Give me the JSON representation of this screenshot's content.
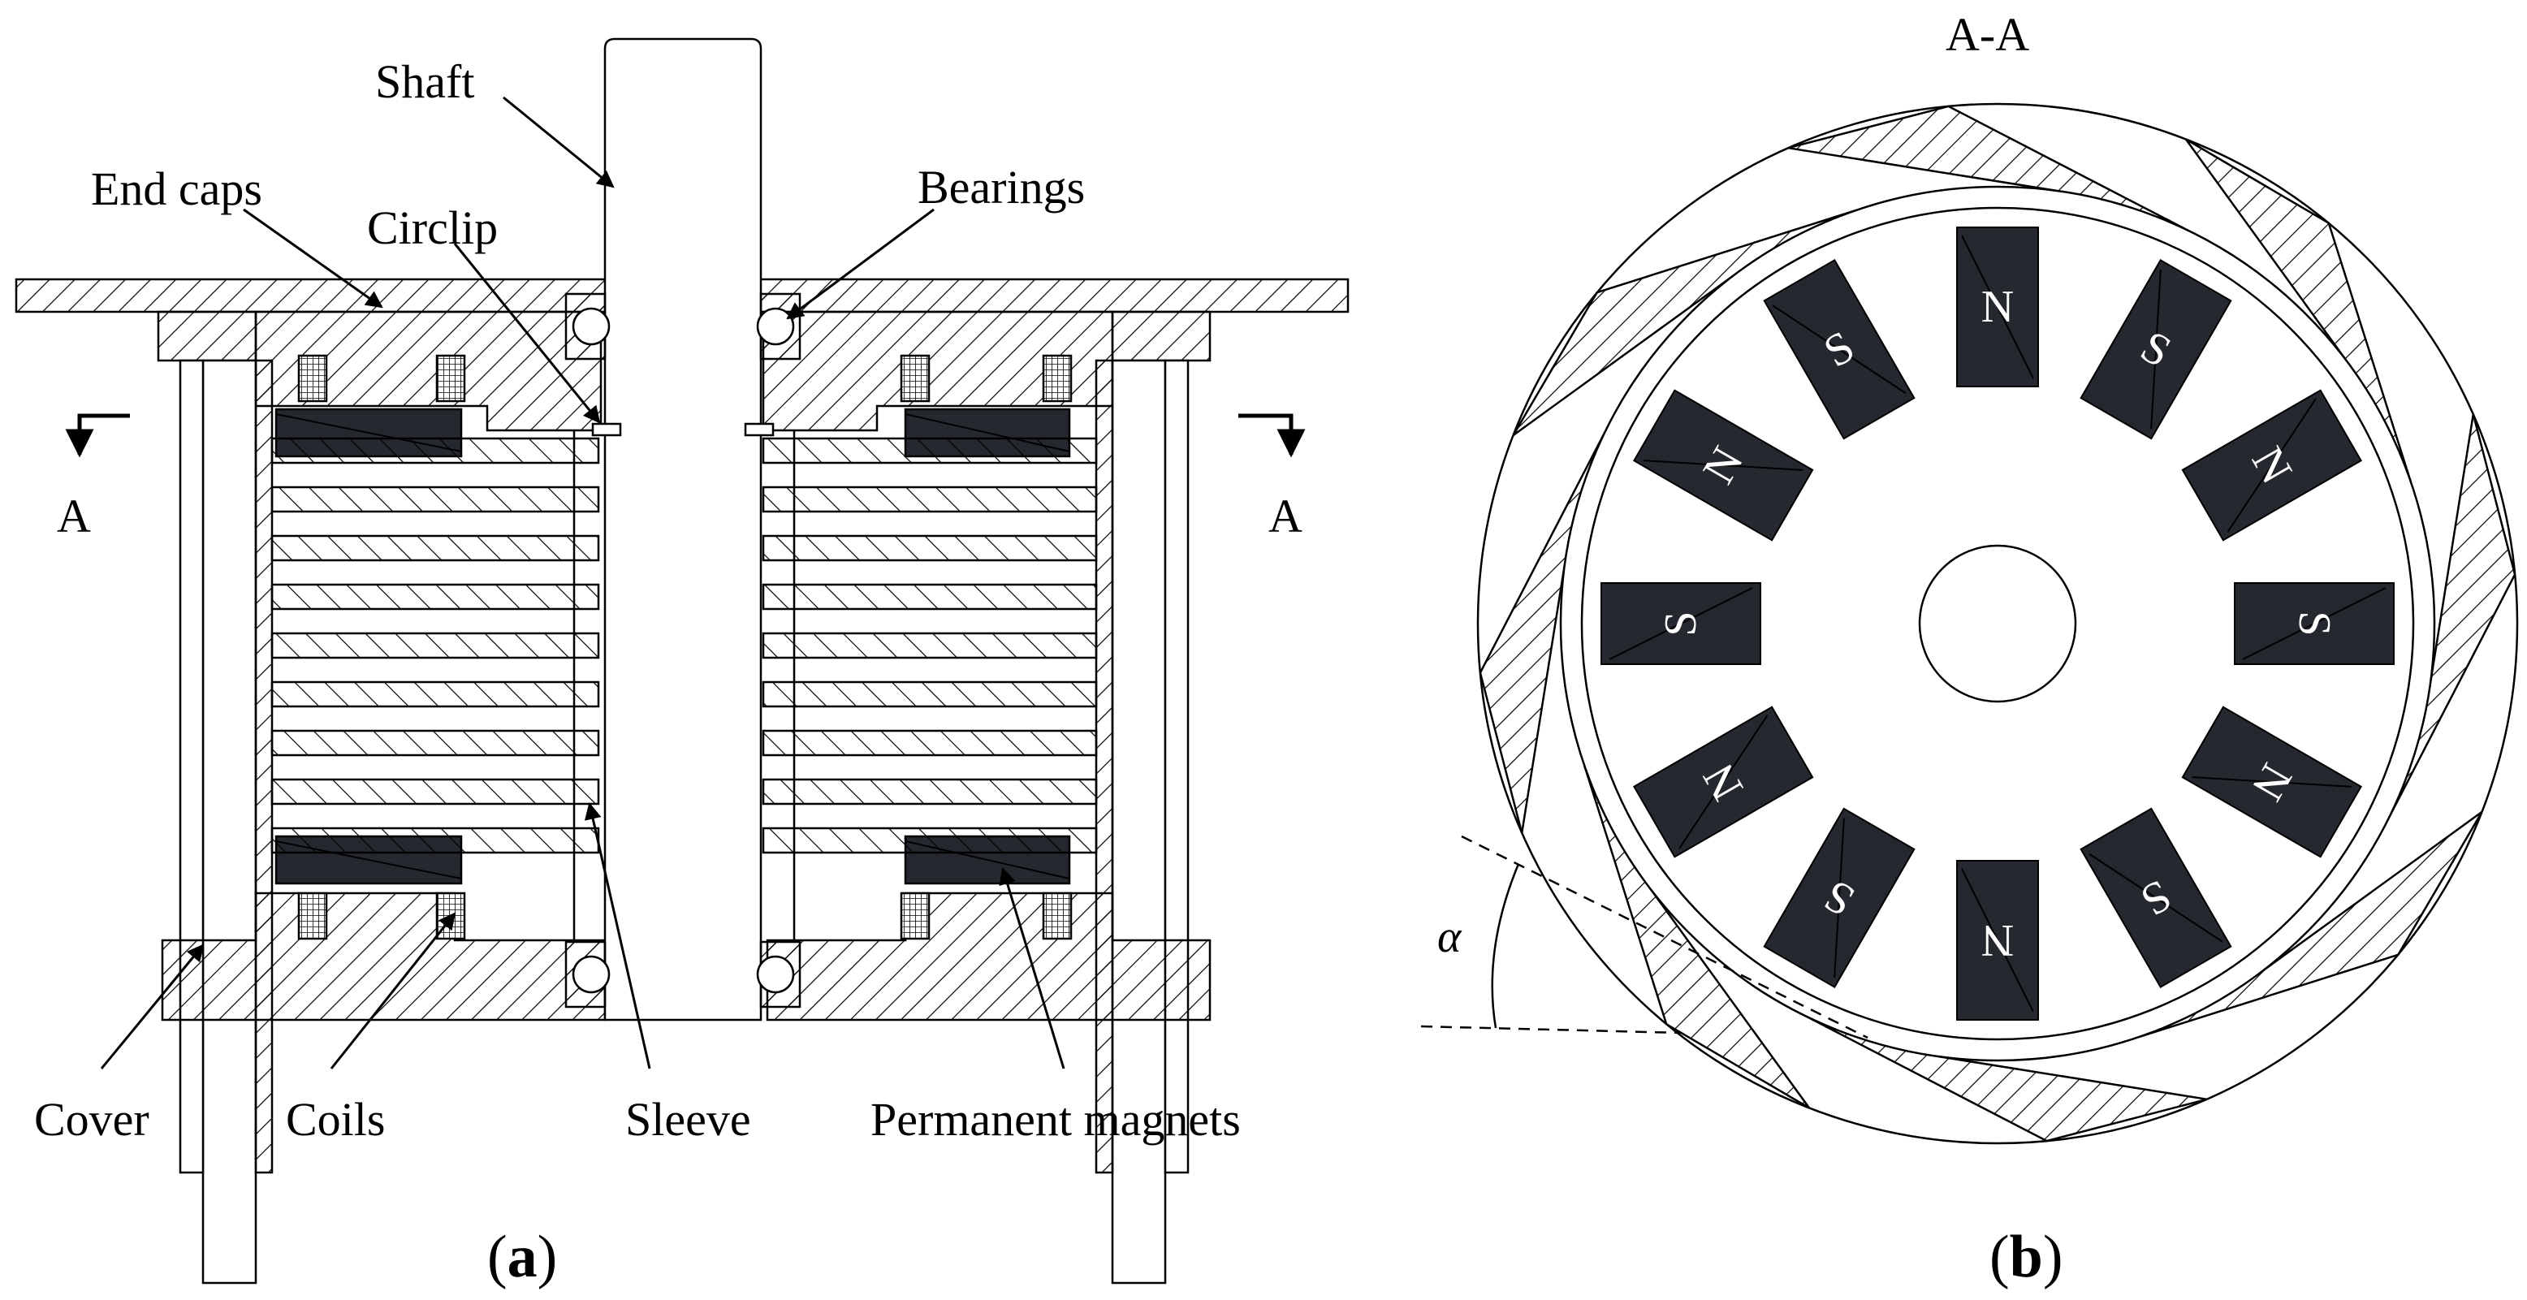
{
  "left_panel": {
    "caption": {
      "open": "(",
      "letter": "a",
      "close": ")"
    },
    "labels": {
      "shaft": "Shaft",
      "end_caps": "End caps",
      "circlip": "Circlip",
      "bearings": "Bearings",
      "section_left": "A",
      "section_right": "A",
      "cover": "Cover",
      "coils": "Coils",
      "sleeve": "Sleeve",
      "permanent_magnets": "Permanent magnets"
    }
  },
  "right_panel": {
    "caption": {
      "open": "(",
      "letter": "b",
      "close": ")"
    },
    "section_title": "A-A",
    "angle_label": "α",
    "magnet_color": "#25292f",
    "magnet_poles": [
      "N",
      "S",
      "N",
      "S",
      "N",
      "S",
      "N",
      "S",
      "N",
      "S",
      "N",
      "S"
    ]
  }
}
